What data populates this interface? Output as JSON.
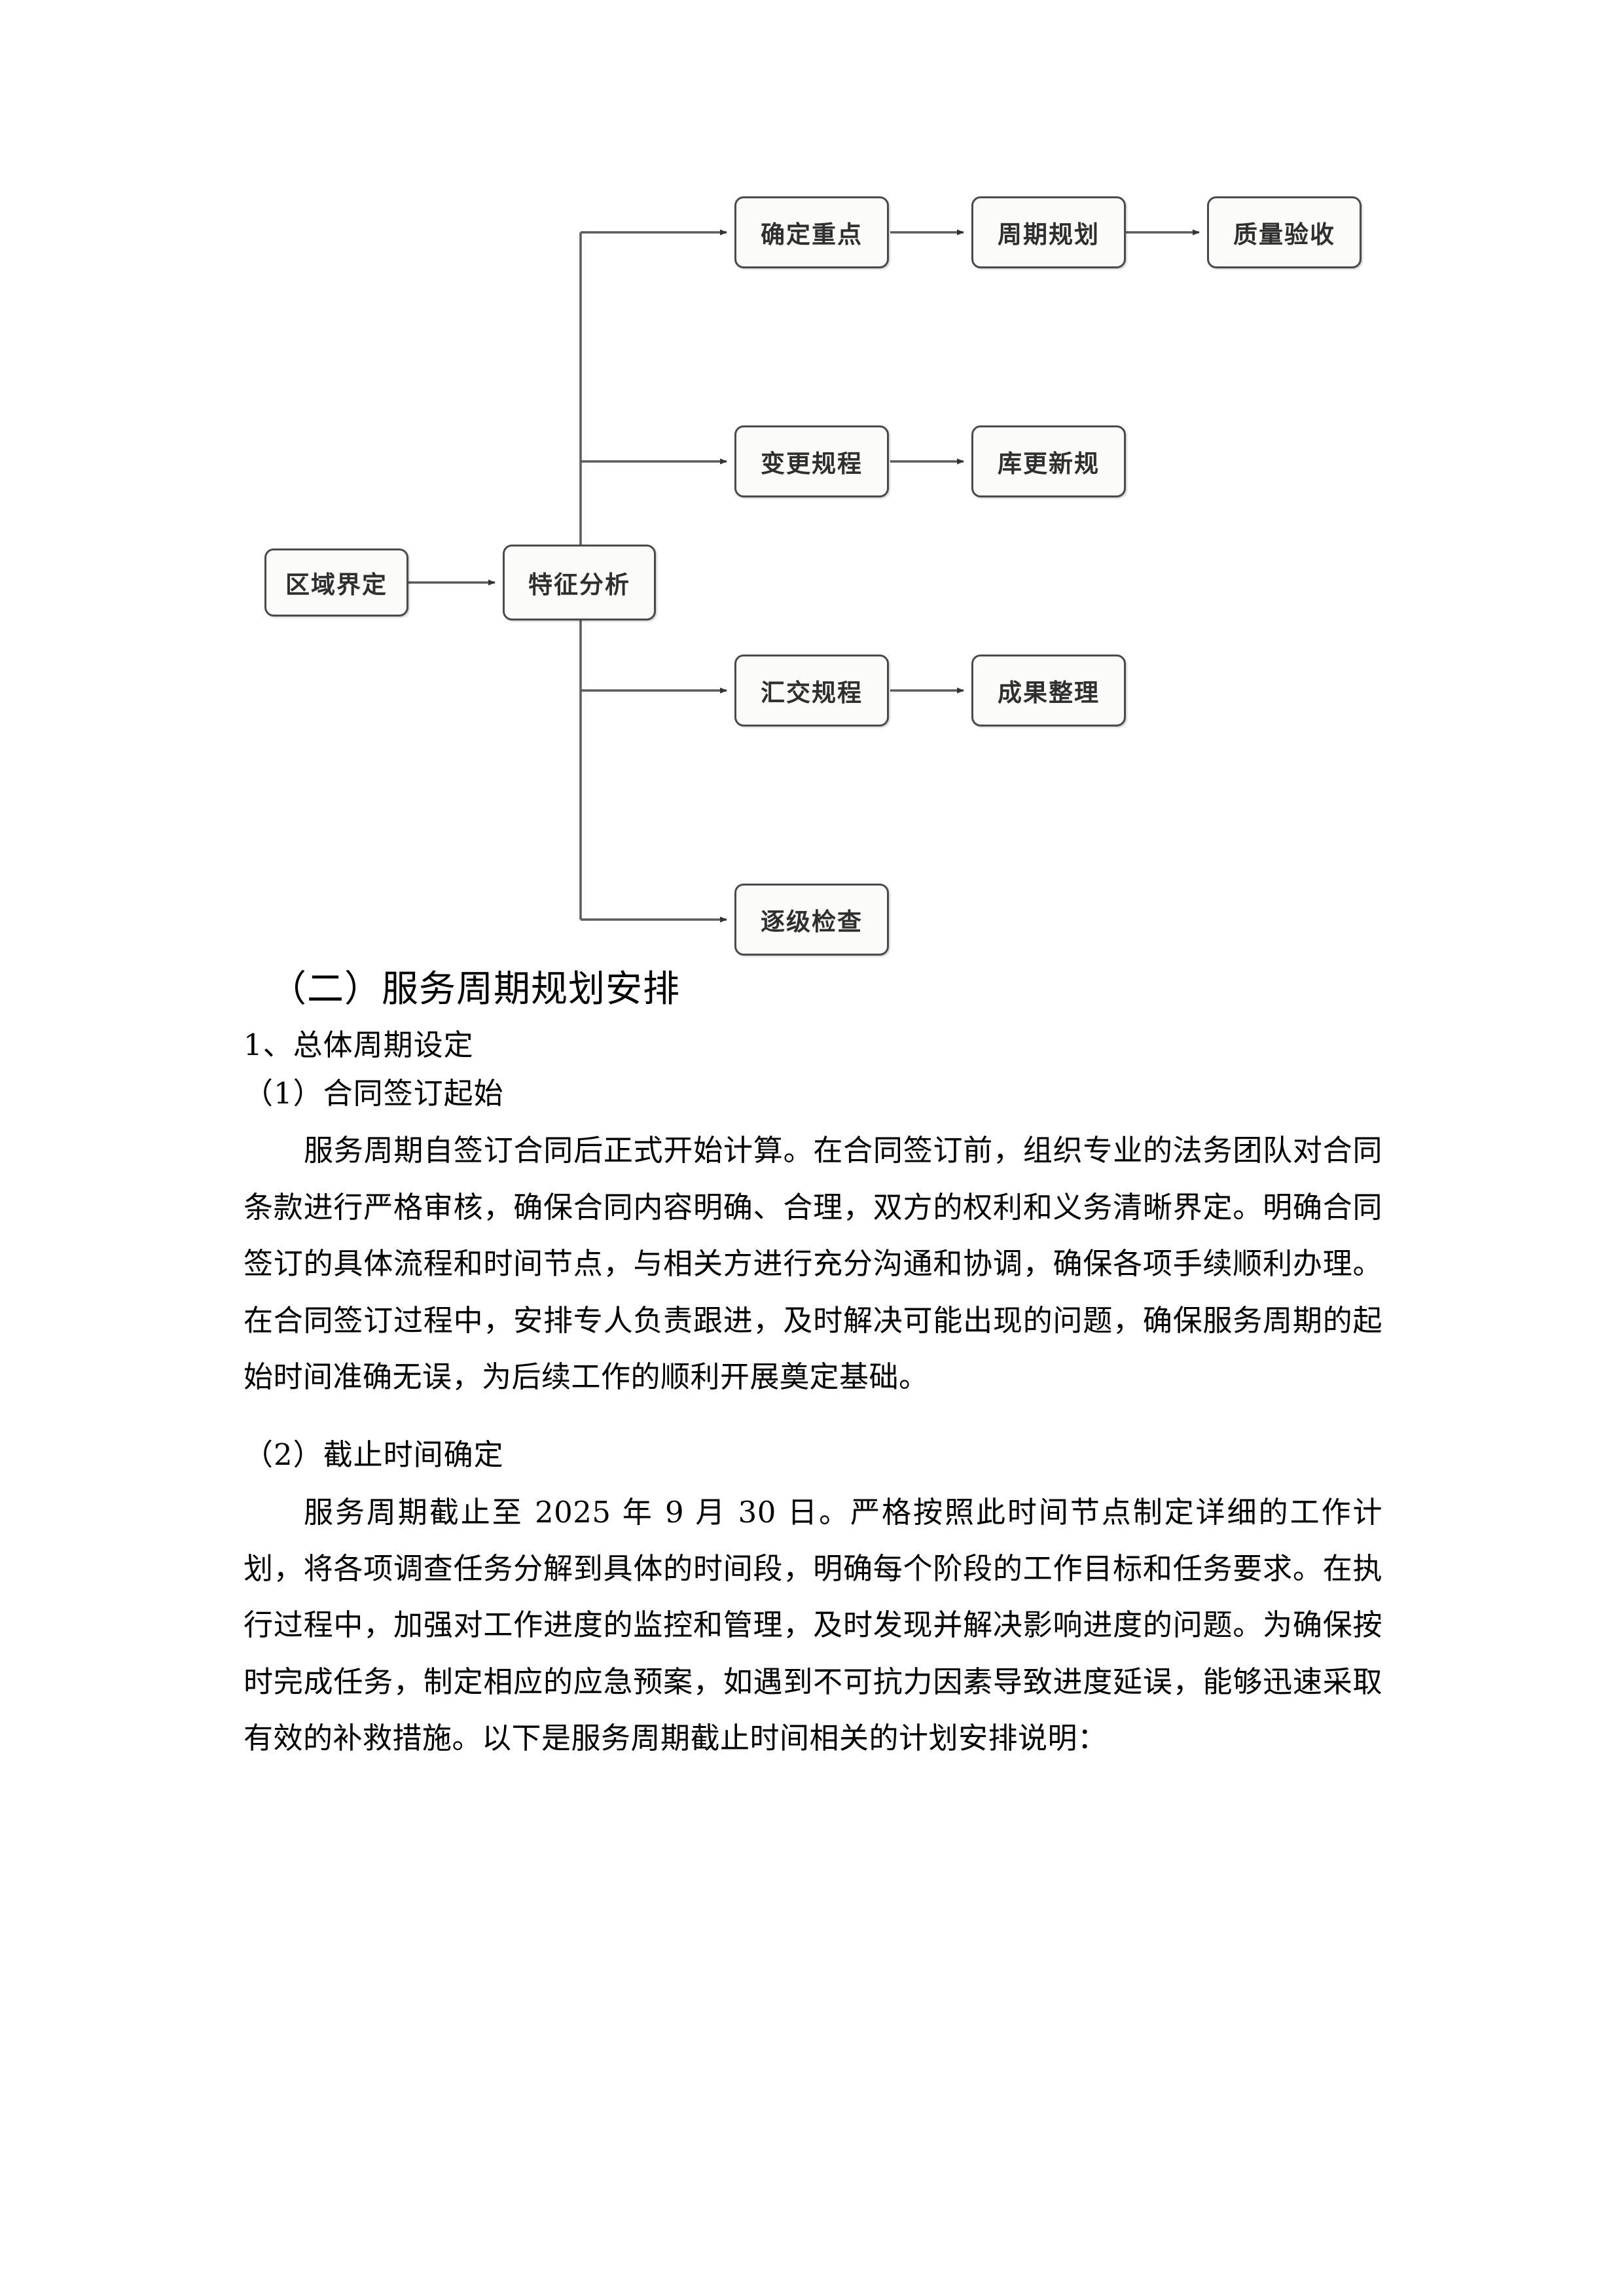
{
  "diagram": {
    "title": "service-workflow-flowchart",
    "nodes": [
      {
        "id": "n-region",
        "label": "区域界定"
      },
      {
        "id": "n-feature",
        "label": "特征分析"
      },
      {
        "id": "n-focus",
        "label": "确定重点"
      },
      {
        "id": "n-cycle",
        "label": "周期规划"
      },
      {
        "id": "n-quality",
        "label": "质量验收"
      },
      {
        "id": "n-change",
        "label": "变更规程"
      },
      {
        "id": "n-dbupdate",
        "label": "库更新规"
      },
      {
        "id": "n-submit",
        "label": "汇交规程"
      },
      {
        "id": "n-result",
        "label": "成果整理"
      },
      {
        "id": "n-inspect",
        "label": "逐级检查"
      }
    ],
    "edges": [
      {
        "from": "区域界定",
        "to": "特征分析"
      },
      {
        "from": "特征分析",
        "to": "确定重点"
      },
      {
        "from": "确定重点",
        "to": "周期规划"
      },
      {
        "from": "周期规划",
        "to": "质量验收"
      },
      {
        "from": "特征分析",
        "to": "变更规程"
      },
      {
        "from": "变更规程",
        "to": "库更新规"
      },
      {
        "from": "特征分析",
        "to": "汇交规程"
      },
      {
        "from": "汇交规程",
        "to": "成果整理"
      },
      {
        "from": "特征分析",
        "to": "逐级检查"
      }
    ],
    "colors": {
      "node_border": "#4a4a4a",
      "node_fill": "#fbfbfa",
      "connector": "#5a5a5a",
      "text": "#2f2f2f"
    }
  },
  "content": {
    "section_heading": "（二）服务周期规划安排",
    "sub_heading_1": "1、总体周期设定",
    "item_1_heading": "（1）合同签订起始",
    "item_1_body": "服务周期自签订合同后正式开始计算。在合同签订前，组织专业的法务团队对合同条款进行严格审核，确保合同内容明确、合理，双方的权利和义务清晰界定。明确合同签订的具体流程和时间节点，与相关方进行充分沟通和协调，确保各项手续顺利办理。在合同签订过程中，安排专人负责跟进，及时解决可能出现的问题，确保服务周期的起始时间准确无误，为后续工作的顺利开展奠定基础。",
    "item_2_heading": "（2）截止时间确定",
    "item_2_body": "服务周期截止至 2025 年 9 月 30 日。严格按照此时间节点制定详细的工作计划，将各项调查任务分解到具体的时间段，明确每个阶段的工作目标和任务要求。在执行过程中，加强对工作进度的监控和管理，及时发现并解决影响进度的问题。为确保按时完成任务，制定相应的应急预案，如遇到不可抗力因素导致进度延误，能够迅速采取有效的补救措施。以下是服务周期截止时间相关的计划安排说明："
  }
}
